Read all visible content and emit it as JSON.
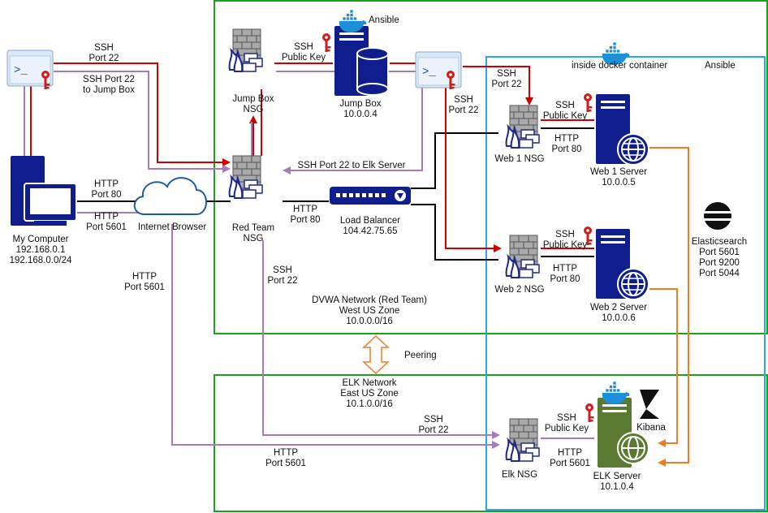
{
  "zones": {
    "dvwa": {
      "line1": "DVWA Network (Red Team)",
      "line2": "West US Zone",
      "line3": "10.0.0.0/16"
    },
    "elk": {
      "line1": "ELK Network",
      "line2": "East US Zone",
      "line3": "10.1.0.0/16"
    },
    "docker_label": "inside docker container",
    "ansible_right": "Ansible",
    "ansible_top": "Ansible",
    "peering": "Peering"
  },
  "nodes": {
    "my_computer": {
      "line1": "My Computer",
      "line2": "192.168.0.1",
      "line3": "192.168.0.0/24"
    },
    "internet_browser": {
      "label": "Internet Browser"
    },
    "red_team_nsg": {
      "line1": "Red Team",
      "line2": "NSG"
    },
    "jump_box_nsg": {
      "line1": "Jump Box",
      "line2": "NSG"
    },
    "jump_box": {
      "line1": "Jump Box",
      "line2": "10.0.0.4"
    },
    "load_balancer": {
      "line1": "Load Balancer",
      "line2": "104.42.75.65"
    },
    "web1_nsg": {
      "label": "Web 1 NSG"
    },
    "web1": {
      "line1": "Web 1 Server",
      "line2": "10.0.0.5"
    },
    "web2_nsg": {
      "label": "Web 2 NSG"
    },
    "web2": {
      "line1": "Web 2 Server",
      "line2": "10.0.0.6"
    },
    "elk_nsg": {
      "label": "Elk NSG"
    },
    "elk_server": {
      "line1": "ELK Server",
      "line2": "10.1.0.4"
    },
    "kibana": {
      "label": "Kibana"
    },
    "elasticsearch": {
      "line1": "Elasticsearch",
      "line2": "Port 5601",
      "line3": "Port 9200",
      "line4": "Port 5044"
    }
  },
  "edge_labels": {
    "ssh_port22_top": {
      "line1": "SSH",
      "line2": "Port 22"
    },
    "ssh_to_jumpbox": {
      "line1": "SSH Port 22",
      "line2": "to Jump Box"
    },
    "http80_mycomp": {
      "line1": "HTTP",
      "line2": "Port 80"
    },
    "http5601_mycomp": {
      "line1": "HTTP",
      "line2": "Port 5601"
    },
    "http5601_down": {
      "line1": "HTTP",
      "line2": "Port 5601"
    },
    "ssh_pubkey_jump": {
      "line1": "SSH",
      "line2": "Public Key"
    },
    "ssh_port22_web1": {
      "line1": "SSH",
      "line2": "Port 22"
    },
    "ssh_port22_down": {
      "line1": "SSH",
      "line2": "Port 22"
    },
    "ssh_to_elk": {
      "label": "SSH Port 22 to Elk Server"
    },
    "http80_lb": {
      "line1": "HTTP",
      "line2": "Port 80"
    },
    "ssh_pubkey_web1": {
      "line1": "SSH",
      "line2": "Public Key"
    },
    "http80_web1": {
      "line1": "HTTP",
      "line2": "Port 80"
    },
    "ssh_pubkey_web2": {
      "line1": "SSH",
      "line2": "Public Key"
    },
    "http80_web2": {
      "line1": "HTTP",
      "line2": "Port 80"
    },
    "ssh_port22_redteam": {
      "line1": "SSH",
      "line2": "Port 22"
    },
    "ssh_port22_elk": {
      "line1": "SSH",
      "line2": "Port 22"
    },
    "http5601_elk_bottom": {
      "line1": "HTTP",
      "line2": "Port 5601"
    },
    "ssh_pubkey_elk": {
      "line1": "SSH",
      "line2": "Public Key"
    },
    "http5601_elk_right": {
      "line1": "HTTP",
      "line2": "Port 5601"
    }
  },
  "colors": {
    "ssh_line": "#cc0000",
    "http_line": "#000000",
    "mgmt_line": "#a77ab9",
    "log_line": "#f07b22",
    "zone_green": "#1aa31a",
    "zone_blue": "#29a9e0",
    "server_navy": "#0f1e8c",
    "elk_server": "#5a7a31",
    "docker_blue": "#1d8fd6"
  },
  "icons": [
    "terminal-icon",
    "key-icon",
    "firewall-icon",
    "server-icon",
    "database-icon",
    "cloud-icon",
    "load-balancer-icon",
    "globe-icon",
    "docker-icon",
    "elasticsearch-icon",
    "kibana-icon",
    "desktop-icon"
  ]
}
